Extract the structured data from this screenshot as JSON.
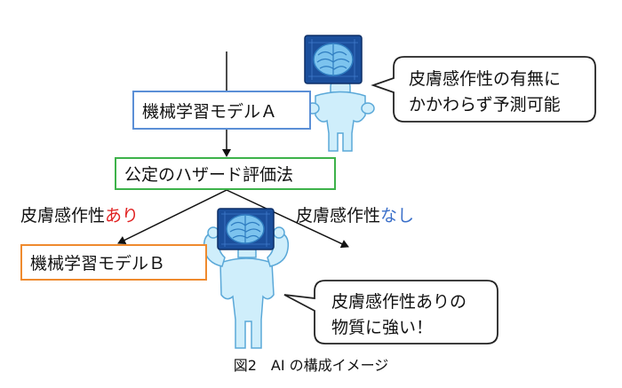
{
  "boxes": {
    "model_a": "機械学習モデルＡ",
    "evaluation": "公定のハザード評価法",
    "model_b": "機械学習モデルＢ"
  },
  "branches": {
    "yes_prefix": "皮膚感作性",
    "yes_suffix": "あり",
    "no_prefix": "皮膚感作性",
    "no_suffix": "なし"
  },
  "bubbles": {
    "a_line1": "皮膚感作性の有無に",
    "a_line2": "かかわらず予測可能",
    "b_line1": "皮膚感作性ありの",
    "b_line2": "物質に強い！"
  },
  "caption": "図2　AI の構成イメージ",
  "colors": {
    "model_a_border": "#5b8fd6",
    "evaluation_border": "#3db24a",
    "model_b_border": "#ef8a2e",
    "highlight_yes": "#e02020",
    "highlight_no": "#3a6fc9",
    "robot_body": "#cfeefb",
    "robot_head": "#1b4f9c"
  },
  "icons": [
    "robot-brain-icon",
    "robot-brain-flexing-icon"
  ]
}
